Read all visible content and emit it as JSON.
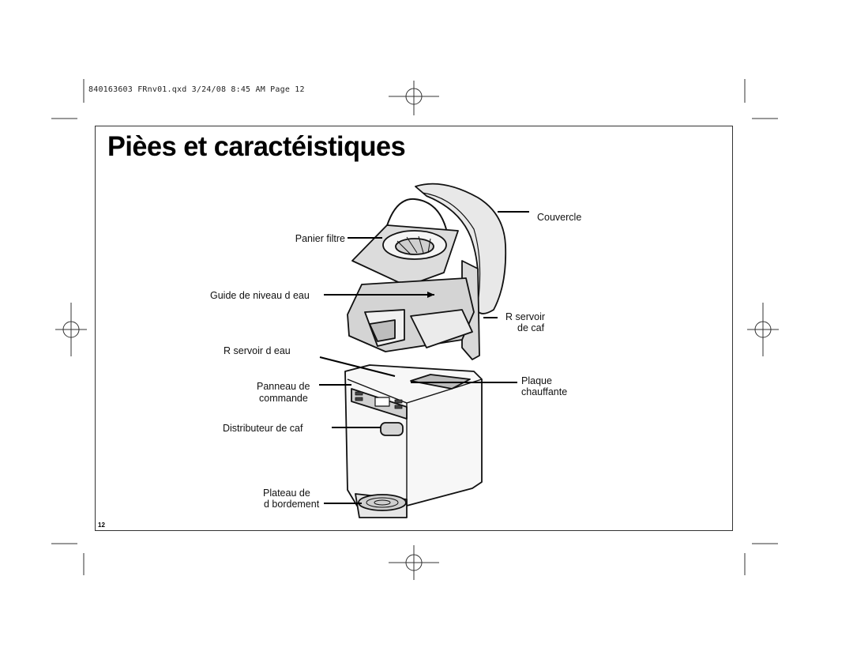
{
  "header": {
    "slug": "840163603 FRnv01.qxd 3/24/08 8:45 AM Page 12"
  },
  "page": {
    "title": "Pièes et caractéistiques",
    "page_number": "12"
  },
  "labels": {
    "couvercle": "Couvercle",
    "panier_filtre": "Panier filtre",
    "guide_niveau": "Guide de niveau d eau",
    "reservoir_cafe_1": "R servoir",
    "reservoir_cafe_2": "de caf",
    "reservoir_eau": "R servoir d eau",
    "panneau_1": "Panneau de",
    "panneau_2": "commande",
    "plaque_1": "Plaque",
    "plaque_2": "chauffante",
    "distributeur": "Distributeur de caf",
    "plateau_1": "Plateau de",
    "plateau_2": "d bordement"
  }
}
